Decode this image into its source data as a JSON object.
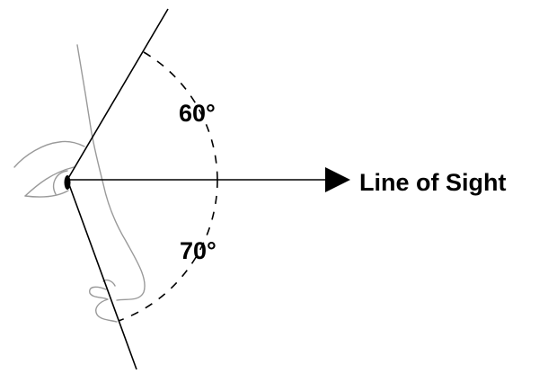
{
  "upper_angle_label": "60°",
  "lower_angle_label": "70°",
  "line_of_sight_label": "Line of Sight",
  "colors": {
    "face_outline": "#9a9a9a",
    "lines": "#000000",
    "background": "#ffffff"
  }
}
